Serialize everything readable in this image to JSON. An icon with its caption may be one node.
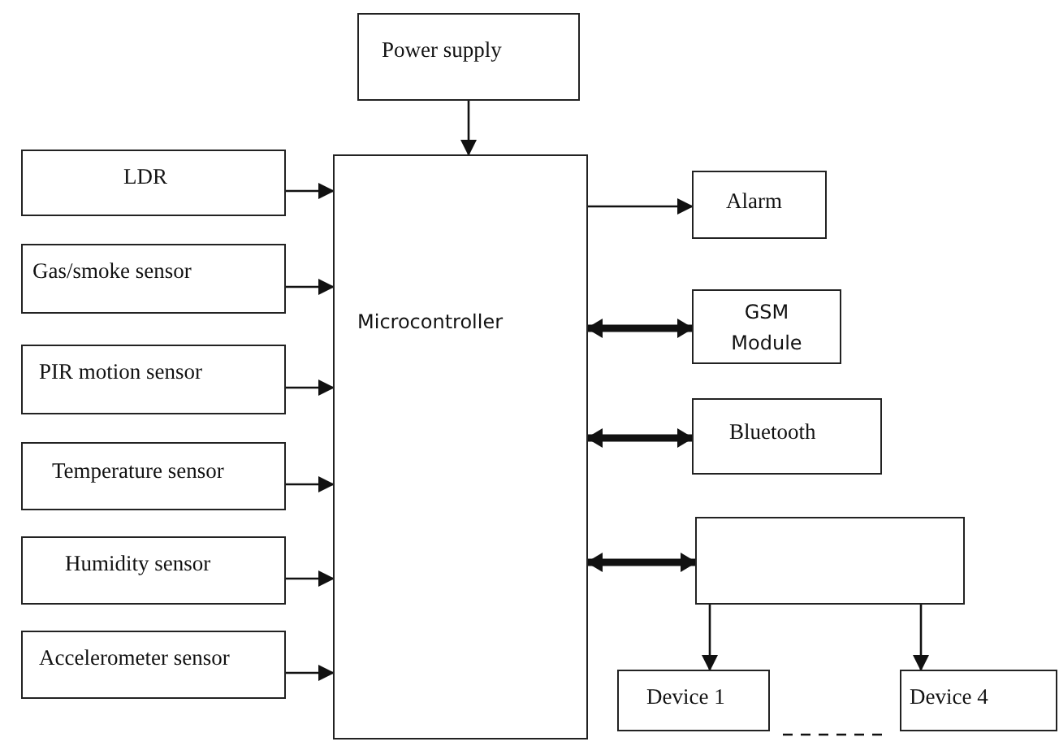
{
  "diagram": {
    "nodes": [
      {
        "text": [
          "Power supply"
        ]
      },
      {
        "text": [
          "LDR"
        ]
      },
      {
        "text": [
          "Gas/smoke sensor"
        ]
      },
      {
        "text": [
          "PIR motion sensor"
        ]
      },
      {
        "text": [
          "Temperature sensor"
        ]
      },
      {
        "text": [
          "Humidity sensor"
        ]
      },
      {
        "text": [
          "Accelerometer sensor"
        ]
      },
      {
        "text": [
          "Microcontroller"
        ]
      },
      {
        "text": [
          "Alarm"
        ]
      },
      {
        "text": [
          "GSM Module"
        ]
      },
      {
        "text": [
          "Bluetooth"
        ]
      },
      {
        "text": [],
        "shape": "box"
      },
      {
        "text": [
          "Device 1"
        ]
      },
      {
        "text": [
          "Device 4"
        ]
      }
    ],
    "edges": [
      {
        "from": 0,
        "to": 7,
        "arrow": "to"
      },
      {
        "from": 1,
        "to": 7,
        "arrow": "to"
      },
      {
        "from": 2,
        "to": 7,
        "arrow": "to"
      },
      {
        "from": 3,
        "to": 7,
        "arrow": "to"
      },
      {
        "from": 4,
        "to": 7,
        "arrow": "to"
      },
      {
        "from": 5,
        "to": 7,
        "arrow": "to"
      },
      {
        "from": 6,
        "to": 7,
        "arrow": "to"
      },
      {
        "from": 7,
        "to": 8,
        "arrow": "to"
      },
      {
        "from": 7,
        "to": 9,
        "arrow": "both",
        "style": "thick"
      },
      {
        "from": 7,
        "to": 10,
        "arrow": "both",
        "style": "thick"
      },
      {
        "from": 7,
        "to": 11,
        "arrow": "both",
        "style": "thick"
      },
      {
        "from": 11,
        "to": 12,
        "arrow": "to"
      },
      {
        "from": 11,
        "to": 13,
        "arrow": "to"
      },
      {
        "from": 12,
        "to": 13,
        "arrow": "none",
        "style": "dashed"
      }
    ]
  }
}
